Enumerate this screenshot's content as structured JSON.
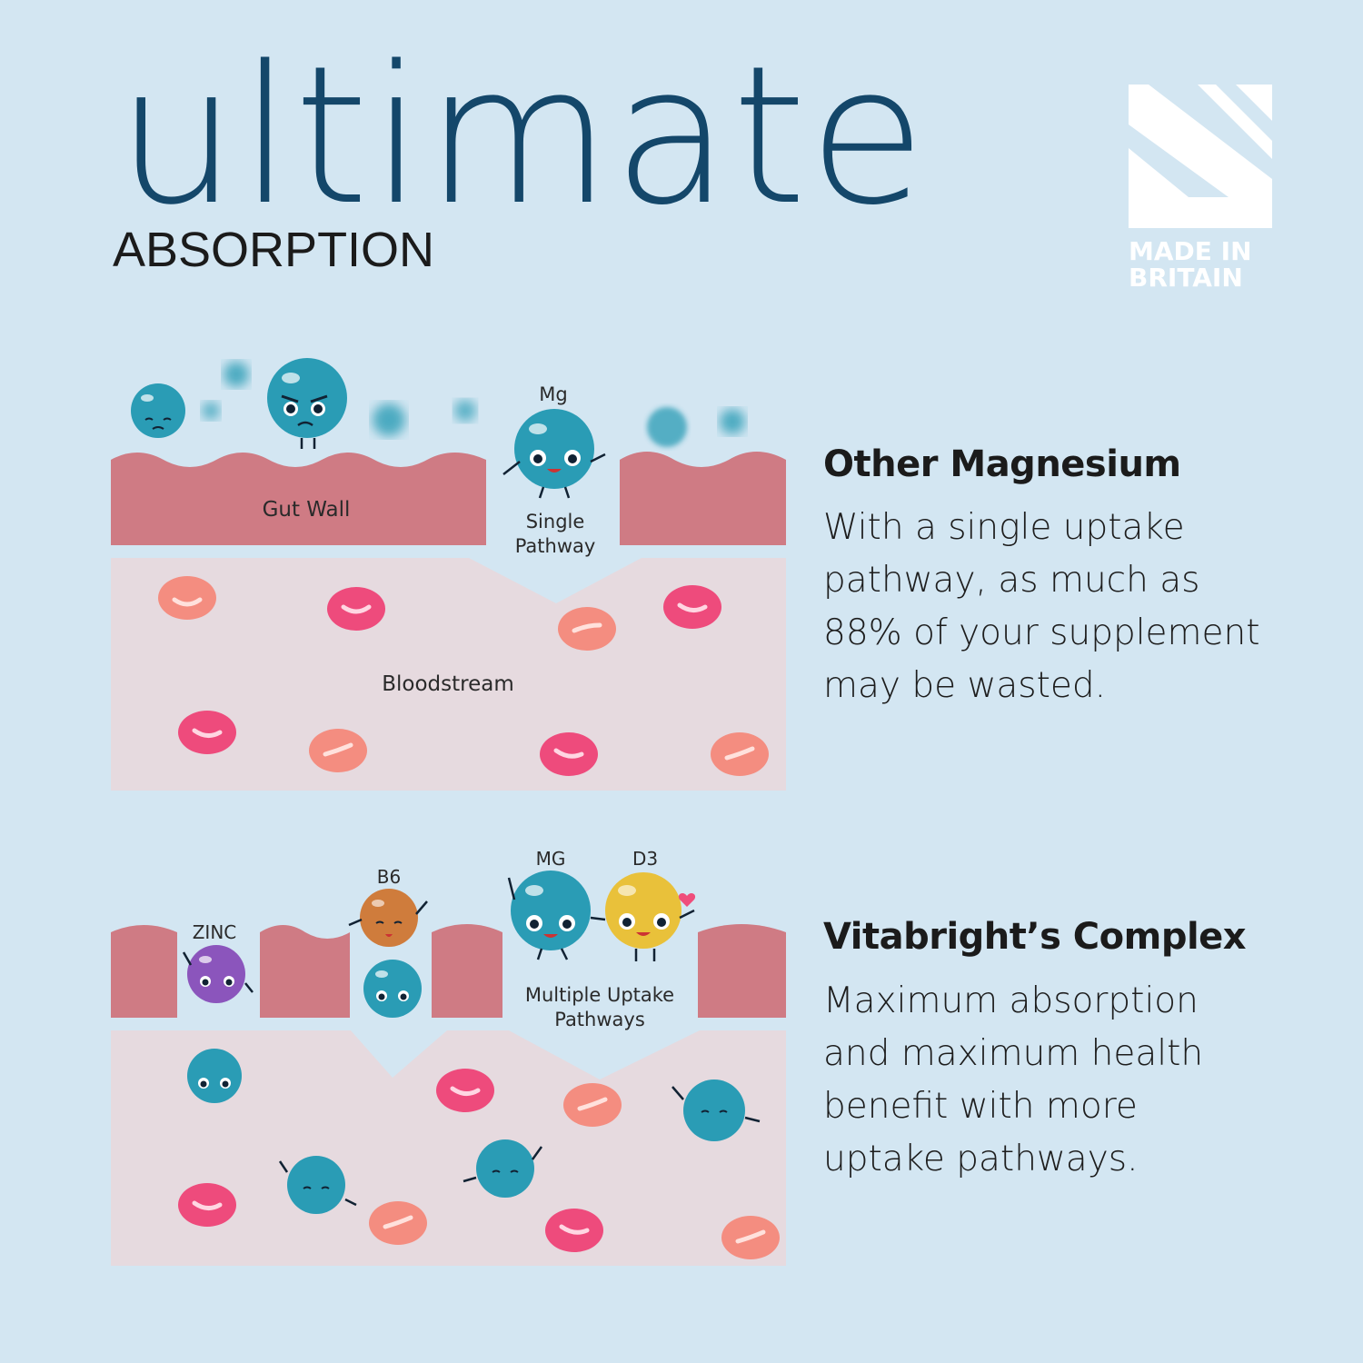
{
  "header": {
    "title": "ultimate",
    "subtitle": "ABSORPTION"
  },
  "badge": {
    "line1": "MADE IN",
    "line2": "BRITAIN",
    "icon": "union-flag-icon",
    "color": "#ffffff"
  },
  "colors": {
    "background": "#d3e6f2",
    "gut_wall": "#cf7b84",
    "bloodstream": "#e6dadf",
    "magnesium": "#2a9cb5",
    "zinc": "#8b55bc",
    "b6": "#cf7c3c",
    "d3": "#e9c13a",
    "title": "#14476a"
  },
  "top_diagram": {
    "gut_wall_label": "Gut Wall",
    "bloodstream_label": "Bloodstream",
    "pathway_label_line1": "Single",
    "pathway_label_line2": "Pathway",
    "nutrient_label": "Mg"
  },
  "bottom_diagram": {
    "zinc_label": "ZINC",
    "b6_label": "B6",
    "mg_label": "MG",
    "d3_label": "D3",
    "pathway_label_line1": "Multiple Uptake",
    "pathway_label_line2": "Pathways"
  },
  "sections": [
    {
      "title": "Other Magnesium",
      "lines": [
        "With a single uptake",
        "pathway, as much as",
        "88% of your supplement",
        "may be wasted."
      ]
    },
    {
      "title": "Vitabright’s Complex",
      "lines": [
        "Maximum absorption",
        "and maximum health",
        "benefit with more",
        "uptake pathways."
      ]
    }
  ]
}
